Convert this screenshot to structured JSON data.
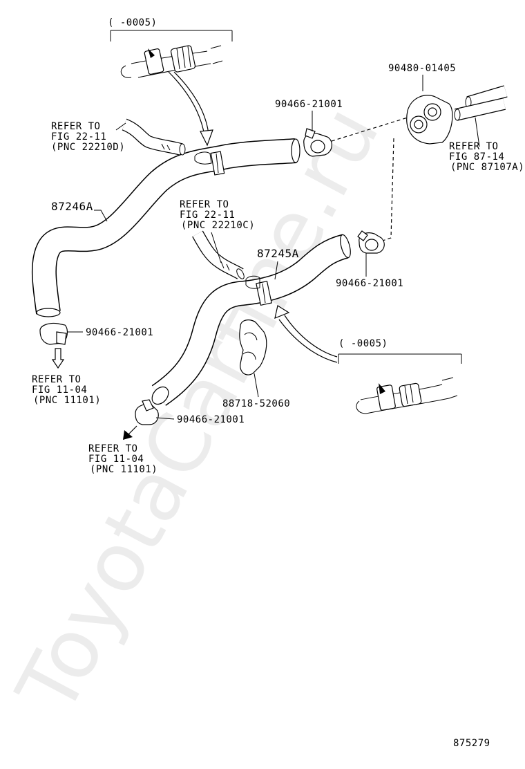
{
  "watermark": "ToyotaCarfine.ru",
  "diagram_id": "875279",
  "parts": {
    "hose_a": "87246A",
    "hose_b": "87245A",
    "clip_top": "90466-21001",
    "grommet": "90480-01405",
    "clip_right": "90466-21001",
    "clip_left_bottom": "90466-21001",
    "clip_bottom": "90466-21001",
    "clamp": "88718-52060"
  },
  "refs": {
    "top_left": [
      "REFER TO",
      "FIG 22-11",
      "(PNC 22210D)"
    ],
    "center": [
      "REFER TO",
      "FIG 22-11",
      "(PNC 22210C)"
    ],
    "right": [
      "REFER TO",
      "FIG 87-14",
      "(PNC 87107A)"
    ],
    "left_lower": [
      "REFER TO",
      "FIG 11-04",
      "(PNC 11101)"
    ],
    "bottom": [
      "REFER TO",
      "FIG 11-04",
      "(PNC 11101)"
    ]
  },
  "insets": {
    "top": "(      -0005)",
    "right": "(      -0005)"
  }
}
